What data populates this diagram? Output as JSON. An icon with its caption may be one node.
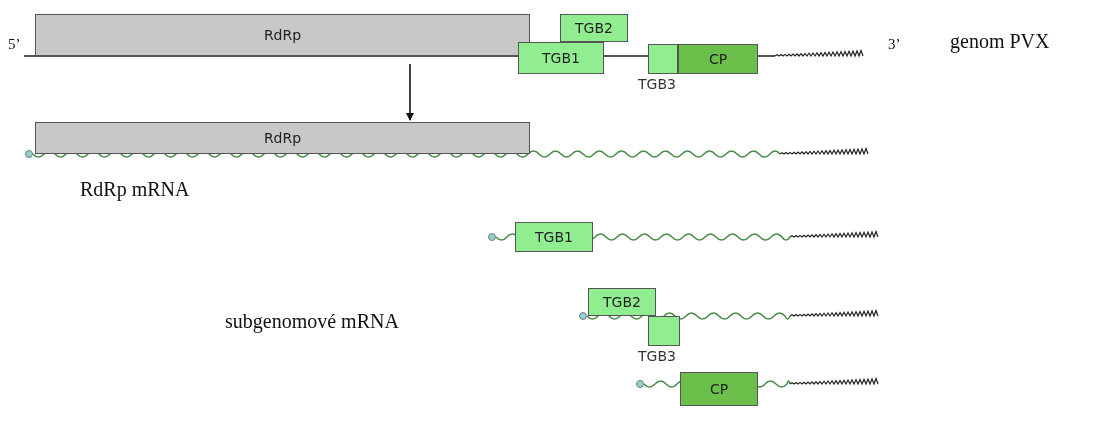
{
  "diagram": {
    "nodes": [
      {
        "text": [
          "RdRp"
        ]
      },
      {
        "text": [
          "TGB2"
        ]
      },
      {
        "text": [
          "TGB1"
        ]
      },
      {
        "text": [
          "TGB3"
        ]
      },
      {
        "text": [
          "CP"
        ]
      },
      {
        "text": [
          "RdRp"
        ]
      },
      {
        "text": [
          "TGB1"
        ]
      },
      {
        "text": [
          "TGB2"
        ]
      },
      {
        "text": [
          "TGB3"
        ]
      },
      {
        "text": [
          "CP"
        ]
      }
    ],
    "edges": [
      {
        "from": 0,
        "to": 5,
        "arrow": "to"
      }
    ],
    "labels": [
      "5’",
      "3’",
      "genom PVX",
      "RdRp mRNA",
      "subgenomové mRNA"
    ]
  }
}
